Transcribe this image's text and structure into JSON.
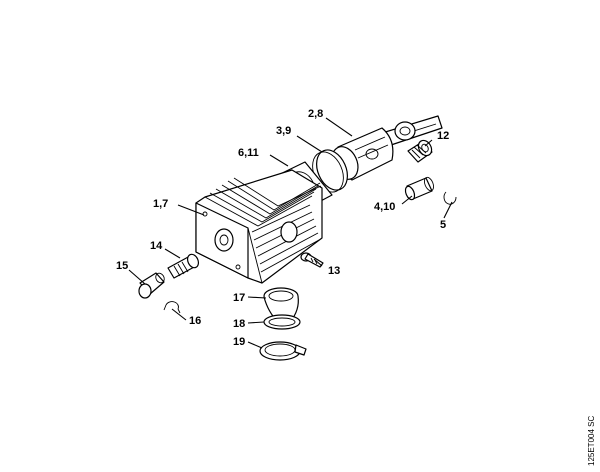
{
  "diagram": {
    "drawing_code": "125ET004 SC",
    "callouts": {
      "c_2_8": "2,8",
      "c_3_9": "3,9",
      "c_12": "12",
      "c_6_11": "6,11",
      "c_1_7": "1,7",
      "c_4_10": "4,10",
      "c_5": "5",
      "c_14": "14",
      "c_15": "15",
      "c_13": "13",
      "c_16": "16",
      "c_17": "17",
      "c_18": "18",
      "c_19": "19"
    }
  }
}
